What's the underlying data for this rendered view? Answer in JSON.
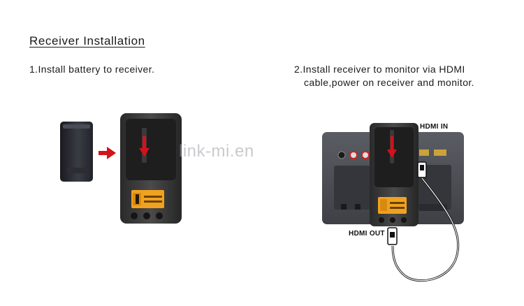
{
  "title": "Receiver Installation",
  "steps": [
    {
      "lines": [
        "1.Install battery to receiver."
      ]
    },
    {
      "lines": [
        "2.Install receiver to monitor via HDMI",
        "cable,power on receiver and monitor."
      ]
    }
  ],
  "labels": {
    "hdmi_in": "HDMI IN",
    "hdmi_out": "HDMI OUT"
  },
  "watermark": "link-mi.en",
  "colors": {
    "arrow_red": "#d3121a",
    "device_dark": "#2b2b2b",
    "lcd_orange": "#f0a21e"
  }
}
